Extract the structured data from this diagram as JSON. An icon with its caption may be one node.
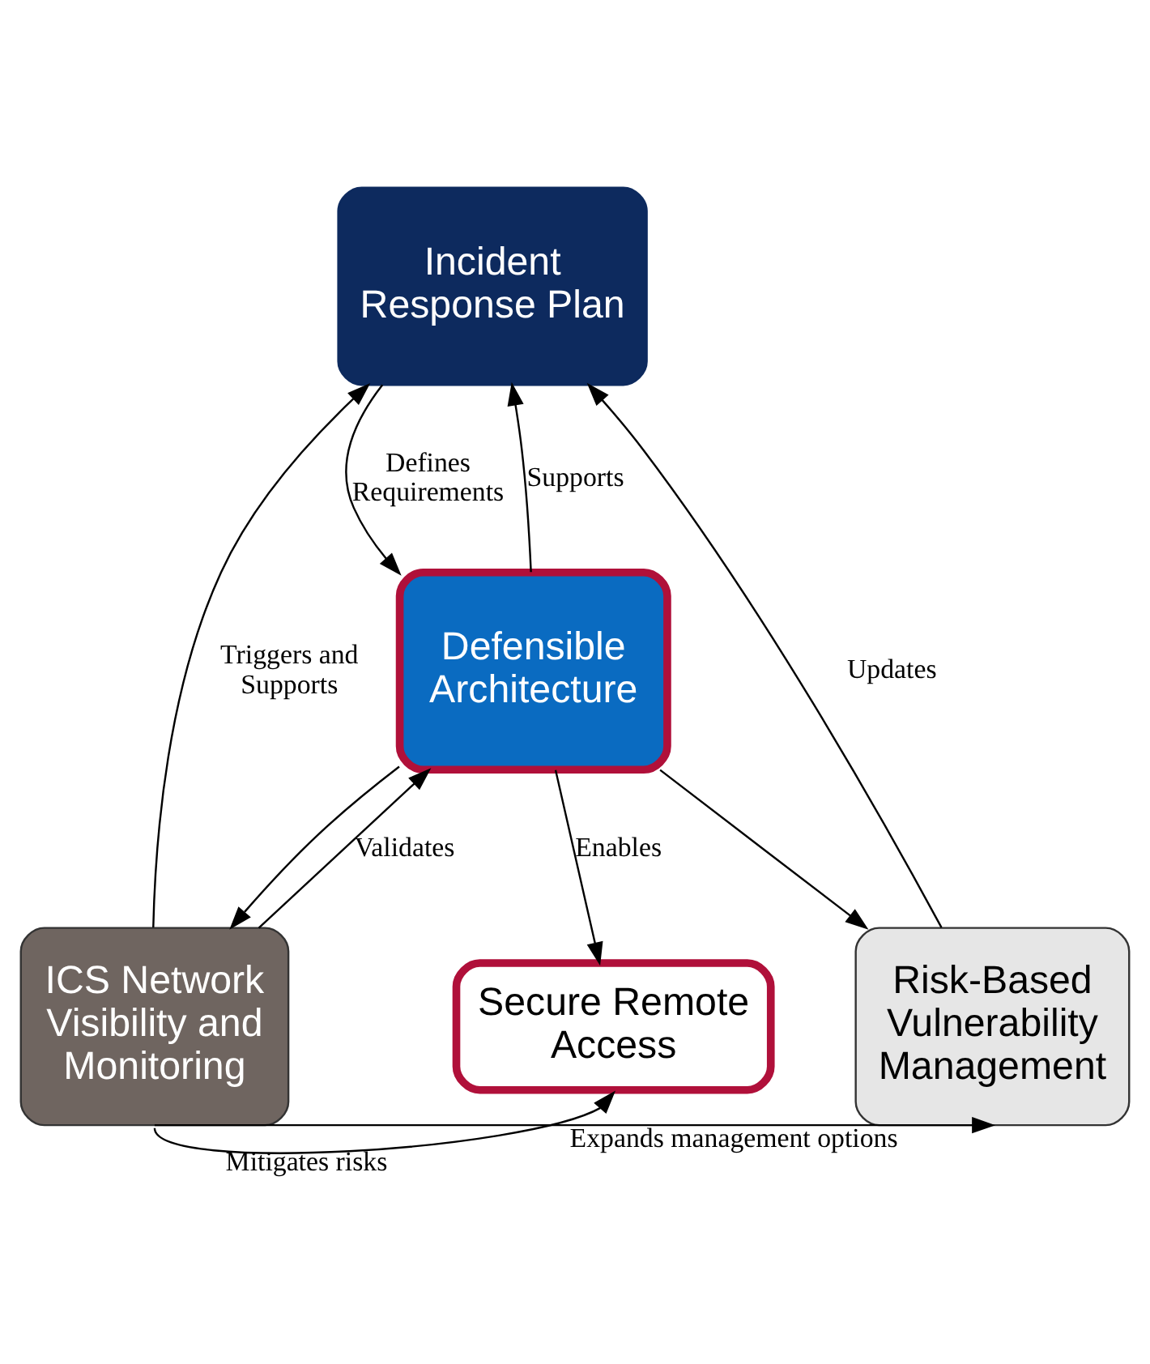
{
  "diagram": {
    "nodes": [
      {
        "text": [
          "Incident Response Plan"
        ]
      },
      {
        "text": [
          "Defensible Architecture"
        ]
      },
      {
        "text": [
          "ICS Network Visibility and Monitoring"
        ]
      },
      {
        "text": [
          "Secure Remote Access"
        ]
      },
      {
        "text": [
          "Risk-Based Vulnerability Management"
        ]
      }
    ],
    "edges": [
      {
        "from": 2,
        "to": 0,
        "arrow": "to",
        "label": "Triggers and Supports"
      },
      {
        "from": 1,
        "to": 0,
        "arrow": "to",
        "label": "Supports"
      },
      {
        "from": 0,
        "to": 1,
        "arrow": "to",
        "label": "Defines Requirements"
      },
      {
        "from": 2,
        "to": 1,
        "arrow": "to",
        "label": "Validates"
      },
      {
        "from": 4,
        "to": 0,
        "arrow": "to",
        "label": "Updates"
      },
      {
        "from": 1,
        "to": 2,
        "arrow": "to"
      },
      {
        "from": 1,
        "to": 3,
        "arrow": "to",
        "label": "Enables"
      },
      {
        "from": 1,
        "to": 4,
        "arrow": "to"
      },
      {
        "from": 2,
        "to": 3,
        "arrow": "to",
        "label": "Mitigates risks"
      },
      {
        "from": 2,
        "to": 4,
        "arrow": "to",
        "label": "Expands management options"
      }
    ]
  }
}
